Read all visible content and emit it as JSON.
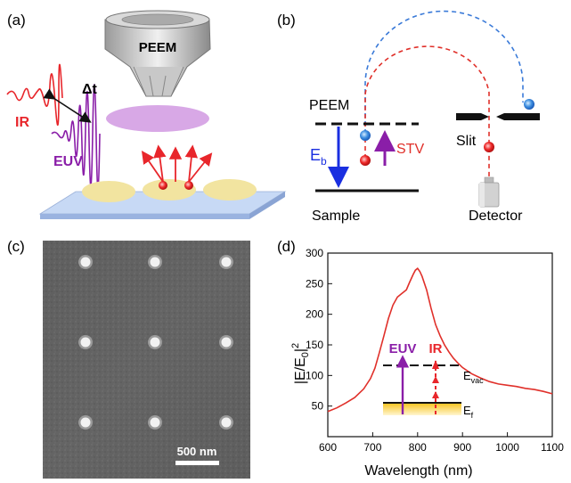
{
  "panels": {
    "a": {
      "label": "(a)",
      "peem": "PEEM",
      "delay": "Δt",
      "ir": "IR",
      "euv": "EUV"
    },
    "b": {
      "label": "(b)",
      "peem": "PEEM",
      "eb_main": "E",
      "eb_sub": "b",
      "stv": "STV",
      "slit": "Slit",
      "sample": "Sample",
      "detector": "Detector"
    },
    "c": {
      "label": "(c)",
      "scalebar": "500 nm"
    },
    "d": {
      "label": "(d)",
      "ylabel": "|E/E0|2",
      "xlabel": "Wavelength (nm)",
      "inset_euv": "EUV",
      "inset_ir": "IR",
      "evac": "E",
      "evac_sub": "vac",
      "ef": "E",
      "ef_sub": "f"
    }
  },
  "colors": {
    "ir": "#e8262b",
    "euv": "#8a1ea8",
    "eb_arrow": "#1a2fe0",
    "stv_arrow": "#8a1ea8",
    "curve": "#e0302a",
    "blue_dash": "#3a7ad8",
    "red_dash": "#e0302a",
    "lens": "#d8a8e6",
    "substrate": "#bcd0f0",
    "pads": "#f2e4a0"
  },
  "chart_data": {
    "type": "line",
    "xlabel": "Wavelength (nm)",
    "ylabel": "|E/E0|2",
    "xlim": [
      600,
      1100
    ],
    "ylim": [
      0,
      300
    ],
    "xticks": [
      600,
      700,
      800,
      900,
      1000,
      1100
    ],
    "yticks": [
      50,
      100,
      150,
      200,
      250,
      300
    ],
    "series": [
      {
        "x": [
          600,
          620,
          640,
          660,
          680,
          695,
          705,
          715,
          725,
          735,
          745,
          755,
          765,
          775,
          782,
          790,
          795,
          800,
          805,
          810,
          820,
          830,
          840,
          850,
          860,
          870,
          880,
          890,
          900,
          920,
          940,
          960,
          980,
          1000,
          1020,
          1040,
          1060,
          1080,
          1100
        ],
        "y": [
          41,
          47,
          55,
          64,
          78,
          95,
          112,
          138,
          165,
          193,
          215,
          228,
          234,
          240,
          252,
          265,
          272,
          275,
          270,
          262,
          240,
          210,
          183,
          165,
          150,
          138,
          128,
          120,
          113,
          103,
          96,
          90,
          86,
          84,
          82,
          79,
          77,
          74,
          70
        ]
      }
    ]
  }
}
